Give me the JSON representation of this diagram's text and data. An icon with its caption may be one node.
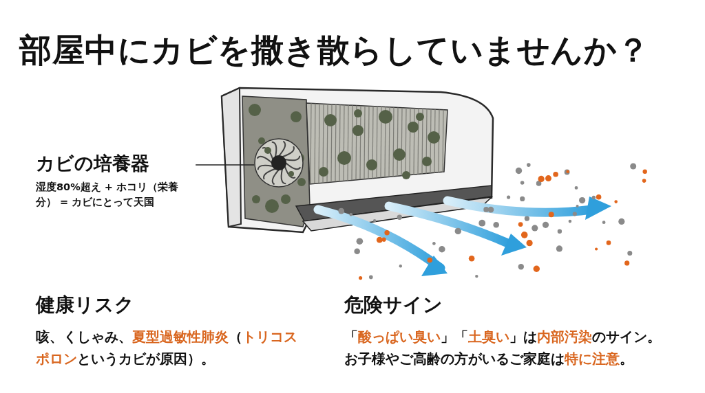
{
  "diagram": {
    "title": "部屋中にカビを撒き散らしていませんか？",
    "nodes": [
      {
        "text": [
          "カビの培養器",
          "湿度80%超え + ホコリ（栄養分） = カビにとって天国"
        ]
      },
      {
        "text": [],
        "shape": "picture"
      }
    ],
    "edges": [
      {
        "from": 0,
        "to": 1,
        "arrow": "none"
      }
    ],
    "labels": [
      "健康リスク",
      "咳、くしゃみ、**夏型過敏性肺炎**（**トリコスポロン**というカビが原因）。",
      "危険サイン",
      "「**酸っぱい臭い**」「**土臭い**」は**内部汚染**のサイン。お子様やご高齢の方がいるご家庭は**特に注意**。"
    ]
  }
}
